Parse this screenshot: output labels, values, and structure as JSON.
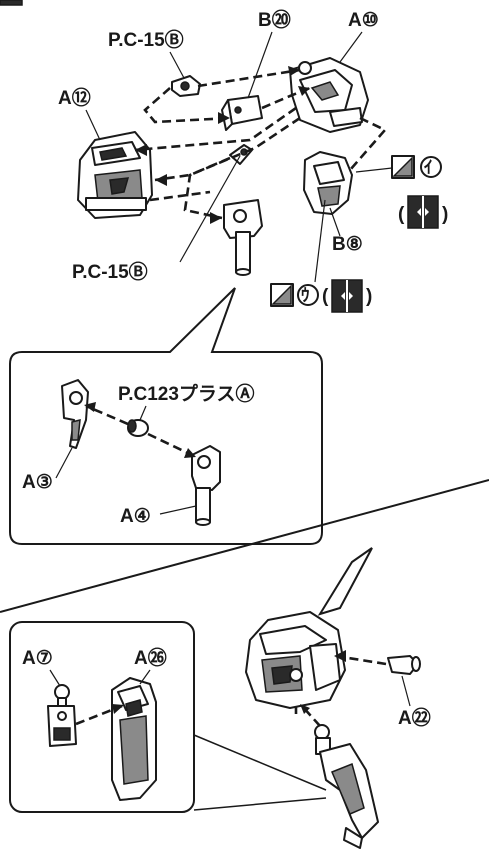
{
  "labels": {
    "pc15_top": "P.C-15Ⓑ",
    "b20": "B⑳",
    "a10": "A⑩",
    "a12": "A⑫",
    "i_mark": "ｲ",
    "paren_open": "(",
    "paren_close": ")",
    "b8": "B⑧",
    "pc15_bottom": "P.C-15Ⓑ",
    "u_mark": "ｳ",
    "pc123": "P.C123プラスⒶ",
    "a3": "A③",
    "a4": "A④",
    "a7": "A⑦",
    "a26": "A㉖",
    "a22": "A㉒"
  },
  "colors": {
    "line": "#1a1a1a",
    "shade": "#8a8a8a",
    "background": "#ffffff"
  }
}
